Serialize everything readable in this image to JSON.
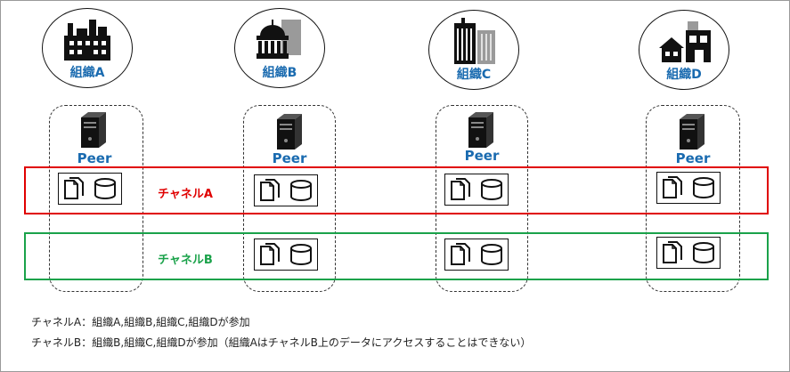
{
  "organizations": [
    {
      "label": "組織A",
      "icon": "factory-icon"
    },
    {
      "label": "組織B",
      "icon": "government-building-icon"
    },
    {
      "label": "組織C",
      "icon": "office-towers-icon"
    },
    {
      "label": "組織D",
      "icon": "house-and-shop-icon"
    }
  ],
  "peer_label": "Peer",
  "channels": [
    {
      "label": "チャネルA",
      "color": "#e00000",
      "members": [
        "組織A",
        "組織B",
        "組織C",
        "組織D"
      ]
    },
    {
      "label": "チャネルB",
      "color": "#1aa24a",
      "members": [
        "組織B",
        "組織C",
        "組織D"
      ]
    }
  ],
  "ledger_icons": [
    "documents-icon",
    "database-icon"
  ],
  "notes": [
    "チャネルA：組織A,組織B,組織C,組織Dが参加",
    "チャネルB：組織B,組織C,組織Dが参加（組織AはチャネルB上のデータにアクセスすることはできない）"
  ]
}
